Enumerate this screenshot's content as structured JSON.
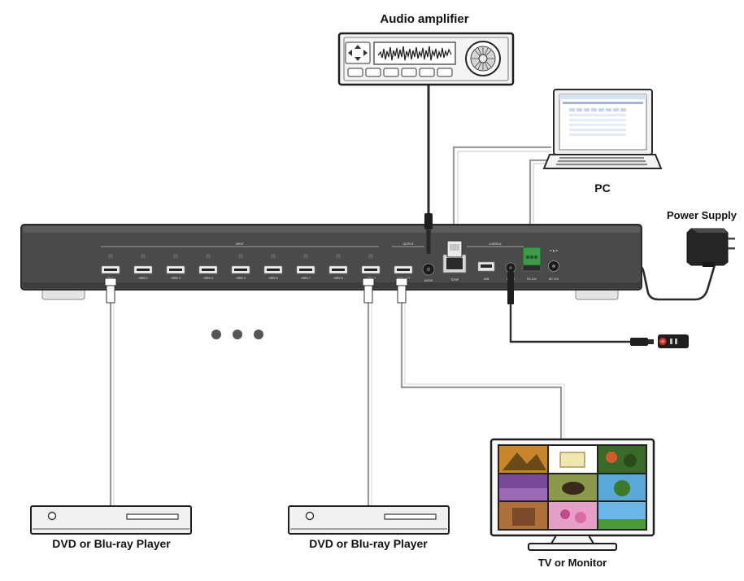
{
  "labels": {
    "audio_amplifier": "Audio amplifier",
    "pc": "PC",
    "power_supply": "Power Supply",
    "player_left": "DVD or Blu-ray Player",
    "player_right": "DVD or Blu-ray Player",
    "tv": "TV or Monitor"
  },
  "panel": {
    "section_input": "INPUT",
    "section_output": "OUTPUT",
    "section_control": "CONTROL",
    "ports": [
      "HDMI 1",
      "HDMI 2",
      "HDMI 3",
      "HDMI 4",
      "HDMI 5",
      "HDMI 6",
      "HDMI 7",
      "HDMI 8",
      "HDMI 9"
    ],
    "output_port": "HDMI OUT",
    "audio_port": "AUDIO",
    "lan_port": "TCP/IP",
    "usb_port": "USB",
    "ir_port": "IR EXT",
    "rs232_port": "RS-232",
    "dc_port": "DC 12V",
    "dc_symbol": "⊖ ◐ ⊕"
  },
  "colors": {
    "chassis": "#4a4a4a",
    "chassis_top": "#5c5c5c",
    "cable": "#9a9a9a",
    "connector_green": "#3c9a4a",
    "ir_red": "#d9322b"
  },
  "icons": {
    "amplifier": "audio-amplifier-icon",
    "laptop": "laptop-icon",
    "adapter": "power-adapter-icon",
    "player": "disc-player-icon",
    "tv": "tv-monitor-icon",
    "ir_receiver": "ir-receiver-icon",
    "ellipsis": "ellipsis-icon"
  }
}
